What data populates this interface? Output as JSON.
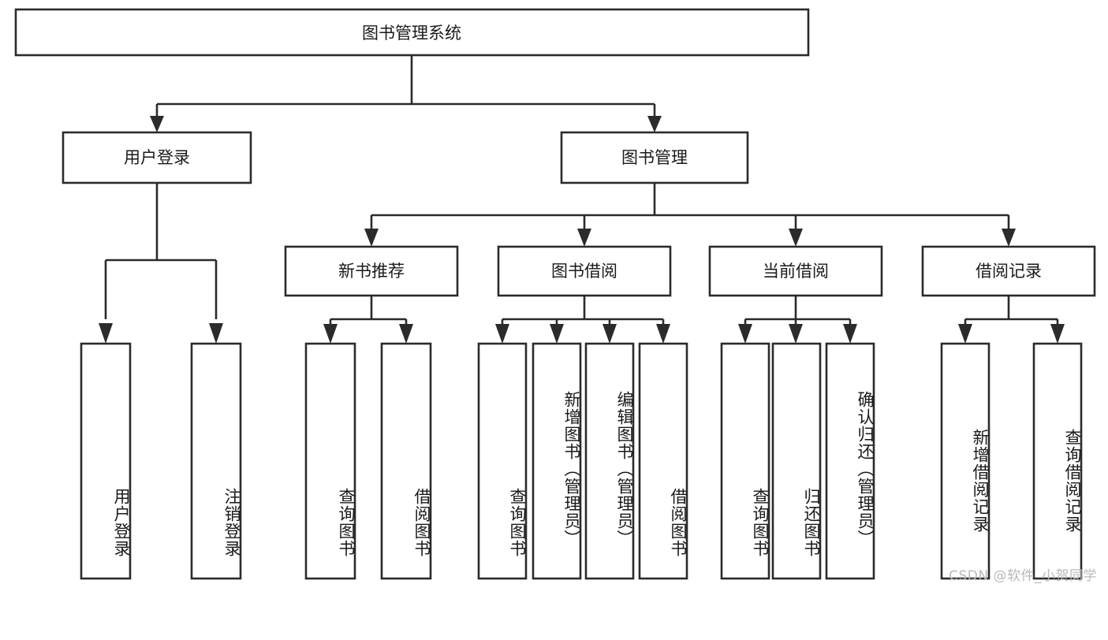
{
  "diagram": {
    "type": "tree",
    "title": "图书管理系统",
    "watermark": "CSDN @软件_小贺同学",
    "colors": {
      "stroke": "#2b2b2b",
      "fill": "#ffffff",
      "text": "#1a1a1a",
      "watermark": "#b9b9b9",
      "background": "#ffffff"
    },
    "nodes": {
      "root": {
        "label": "图书管理系统",
        "orientation": "horizontal"
      },
      "level2": [
        {
          "label": "用户登录",
          "orientation": "horizontal"
        },
        {
          "label": "图书管理",
          "orientation": "horizontal"
        }
      ],
      "level3": [
        {
          "label": "新书推荐",
          "orientation": "horizontal"
        },
        {
          "label": "图书借阅",
          "orientation": "horizontal"
        },
        {
          "label": "当前借阅",
          "orientation": "horizontal"
        },
        {
          "label": "借阅记录",
          "orientation": "horizontal"
        }
      ],
      "leaves": {
        "user_login": [
          {
            "label": "用户登录",
            "orientation": "vertical"
          },
          {
            "label": "注销登录",
            "orientation": "vertical"
          }
        ],
        "new_book": [
          {
            "label": "查询图书",
            "orientation": "vertical"
          },
          {
            "label": "借阅图书",
            "orientation": "vertical"
          }
        ],
        "book_borrow": [
          {
            "label": "查询图书",
            "orientation": "vertical"
          },
          {
            "label": "新增图书（管理员）",
            "orientation": "vertical"
          },
          {
            "label": "编辑图书（管理员）",
            "orientation": "vertical"
          },
          {
            "label": "借阅图书",
            "orientation": "vertical"
          }
        ],
        "current_borrow": [
          {
            "label": "查询图书",
            "orientation": "vertical"
          },
          {
            "label": "归还图书",
            "orientation": "vertical"
          },
          {
            "label": "确认归还（管理员）",
            "orientation": "vertical"
          }
        ],
        "borrow_record": [
          {
            "label": "新增借阅记录",
            "orientation": "vertical"
          },
          {
            "label": "查询借阅记录",
            "orientation": "vertical"
          }
        ]
      }
    },
    "edges": [
      {
        "from": "图书管理系统",
        "to": "用户登录"
      },
      {
        "from": "图书管理系统",
        "to": "图书管理"
      },
      {
        "from": "用户登录",
        "to": "用户登录"
      },
      {
        "from": "用户登录",
        "to": "注销登录"
      },
      {
        "from": "图书管理",
        "to": "新书推荐"
      },
      {
        "from": "图书管理",
        "to": "图书借阅"
      },
      {
        "from": "图书管理",
        "to": "当前借阅"
      },
      {
        "from": "图书管理",
        "to": "借阅记录"
      },
      {
        "from": "新书推荐",
        "to": "查询图书"
      },
      {
        "from": "新书推荐",
        "to": "借阅图书"
      },
      {
        "from": "图书借阅",
        "to": "查询图书"
      },
      {
        "from": "图书借阅",
        "to": "新增图书（管理员）"
      },
      {
        "from": "图书借阅",
        "to": "编辑图书（管理员）"
      },
      {
        "from": "图书借阅",
        "to": "借阅图书"
      },
      {
        "from": "当前借阅",
        "to": "查询图书"
      },
      {
        "from": "当前借阅",
        "to": "归还图书"
      },
      {
        "from": "当前借阅",
        "to": "确认归还（管理员）"
      },
      {
        "from": "借阅记录",
        "to": "新增借阅记录"
      },
      {
        "from": "借阅记录",
        "to": "查询借阅记录"
      }
    ]
  }
}
